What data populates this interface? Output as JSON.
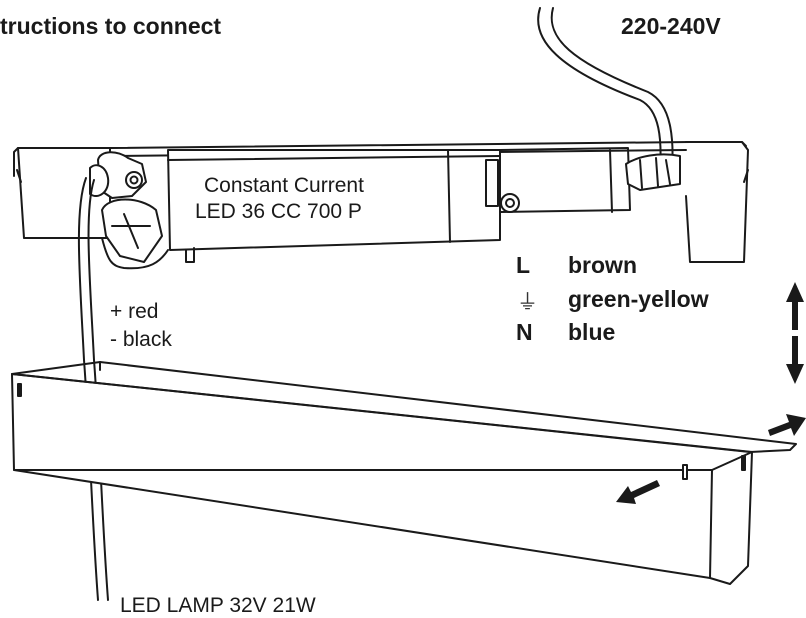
{
  "labels": {
    "title": "tructions to connect",
    "voltage": "220-240V",
    "driver_line1": "Constant Current",
    "driver_line2": "LED 36 CC 700 P",
    "plus_wire": "+ red",
    "minus_wire": "- black",
    "lamp": "LED LAMP 32V 21W"
  },
  "wiring": [
    {
      "terminal": "L",
      "color": "brown"
    },
    {
      "terminal": "⏚",
      "color": "green-yellow"
    },
    {
      "terminal": "N",
      "color": "blue"
    }
  ],
  "icons": [
    "up-arrow-icon",
    "down-arrow-icon",
    "diagonal-arrow-icon",
    "ground-symbol-icon"
  ],
  "colors": {
    "line": "#1a1a1a",
    "background": "#ffffff"
  }
}
